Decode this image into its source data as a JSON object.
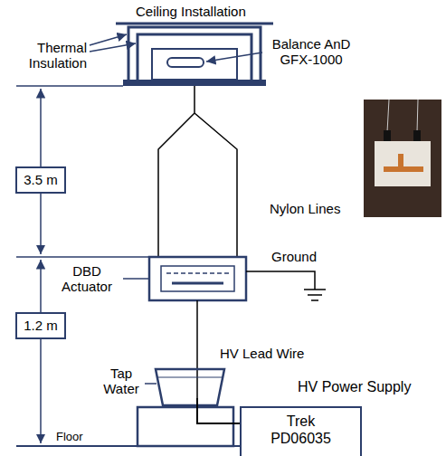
{
  "diagram": {
    "nodes": [
      {
        "text": [
          "HV Power Supply",
          "Trek PD06035"
        ]
      },
      {
        "text": [
          "3.5 m"
        ]
      },
      {
        "text": [
          "1.2 m"
        ]
      }
    ],
    "labels": [
      "Ceiling Installation",
      "Thermal Insulation",
      "Balance AnD GFX-1000",
      "Nylon Lines",
      "DBD Actuator",
      "Ground",
      "HV Lead Wire",
      "Tap Water",
      "Floor"
    ]
  }
}
